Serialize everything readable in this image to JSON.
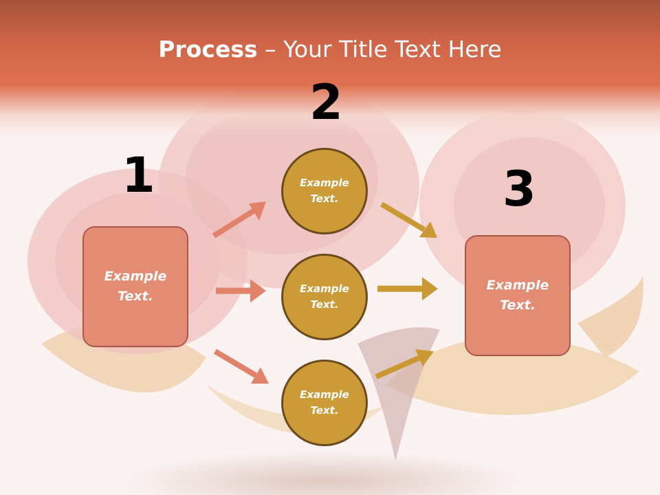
{
  "title": {
    "bold": "Process",
    "rest": " – Your Title Text Here"
  },
  "steps": [
    {
      "number": "1"
    },
    {
      "number": "2"
    },
    {
      "number": "3"
    }
  ],
  "left_box": {
    "text": "Example Text."
  },
  "circles": [
    {
      "text": "Example Text."
    },
    {
      "text": "Example Text."
    },
    {
      "text": "Example Text."
    }
  ],
  "right_box": {
    "text": "Example Text."
  },
  "colors": {
    "header": "#d9684b",
    "box_fill": "#e48b74",
    "box_border": "#a8584a",
    "circle_fill": "#cc9a36",
    "circle_border": "#6b4a1e",
    "arrow_salmon": "#e2826b",
    "arrow_gold": "#cb9934"
  }
}
